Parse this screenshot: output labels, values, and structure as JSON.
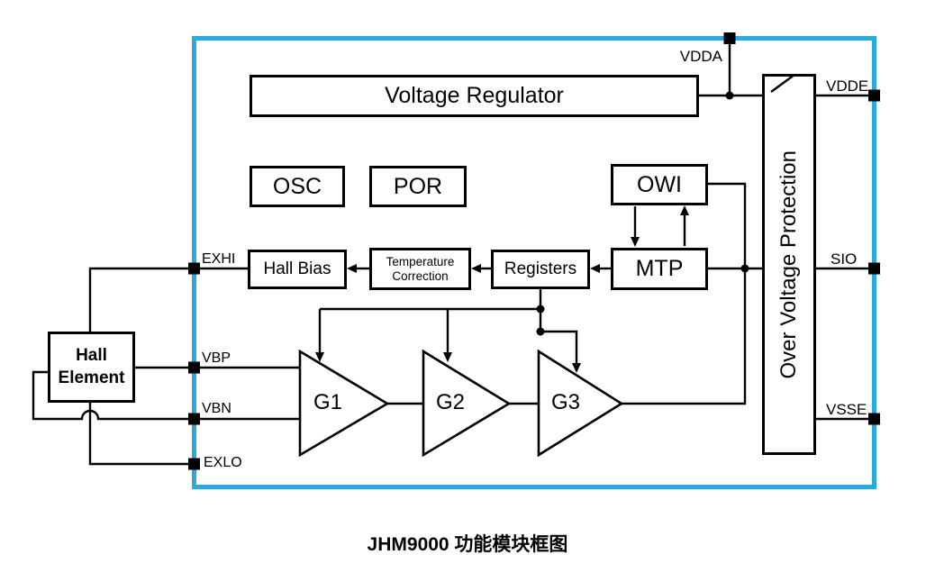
{
  "diagram": {
    "caption": "JHM9000 功能模块框图",
    "blocks": {
      "voltage_regulator": "Voltage Regulator",
      "osc": "OSC",
      "por": "POR",
      "owi": "OWI",
      "mtp": "MTP",
      "hall_bias": "Hall Bias",
      "temperature_correction": {
        "line1": "Temperature",
        "line2": "Correction"
      },
      "registers": "Registers",
      "over_voltage_protection": "Over Voltage Protection",
      "hall_element": {
        "line1": "Hall",
        "line2": "Element"
      },
      "amplifiers": {
        "g1": "G1",
        "g2": "G2",
        "g3": "G3"
      }
    },
    "pins": {
      "vdda": "VDDA",
      "vdde": "VDDE",
      "sio": "SIO",
      "vsse": "VSSE",
      "exhi": "EXHI",
      "vbp": "VBP",
      "vbn": "VBN",
      "exlo": "EXLO"
    },
    "colors": {
      "frame": "#29abe2",
      "line": "#000000",
      "background": "#ffffff"
    }
  }
}
